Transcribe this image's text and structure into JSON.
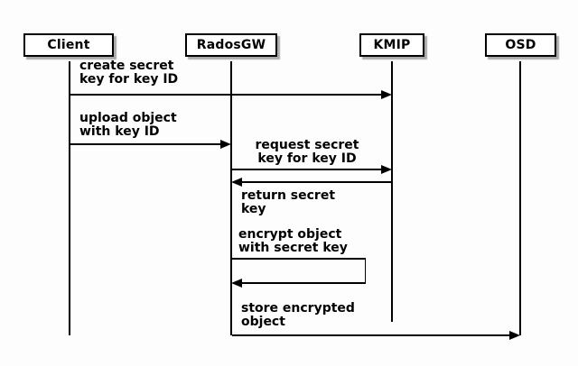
{
  "diagram_type": "sequence",
  "colors": {
    "line": "#000000",
    "background": "#fdfdfd",
    "box_fill": "#ffffff",
    "box_shadow": "#aaaaaa"
  },
  "actors": [
    {
      "label": "Client"
    },
    {
      "label": "RadosGW"
    },
    {
      "label": "KMIP"
    },
    {
      "label": "OSD"
    }
  ],
  "messages": [
    {
      "from": "Client",
      "to": "KMIP",
      "lines": [
        "create secret",
        "key for key ID"
      ]
    },
    {
      "from": "Client",
      "to": "RadosGW",
      "lines": [
        "upload object",
        "with key ID"
      ]
    },
    {
      "from": "RadosGW",
      "to": "KMIP",
      "lines": [
        "request secret",
        "key for key ID"
      ]
    },
    {
      "from": "KMIP",
      "to": "RadosGW",
      "lines": [
        "return secret",
        "key"
      ]
    },
    {
      "from": "RadosGW",
      "to": "RadosGW",
      "lines": [
        "encrypt object",
        "with secret key"
      ]
    },
    {
      "from": "RadosGW",
      "to": "OSD",
      "lines": [
        "store encrypted",
        "object"
      ]
    }
  ]
}
